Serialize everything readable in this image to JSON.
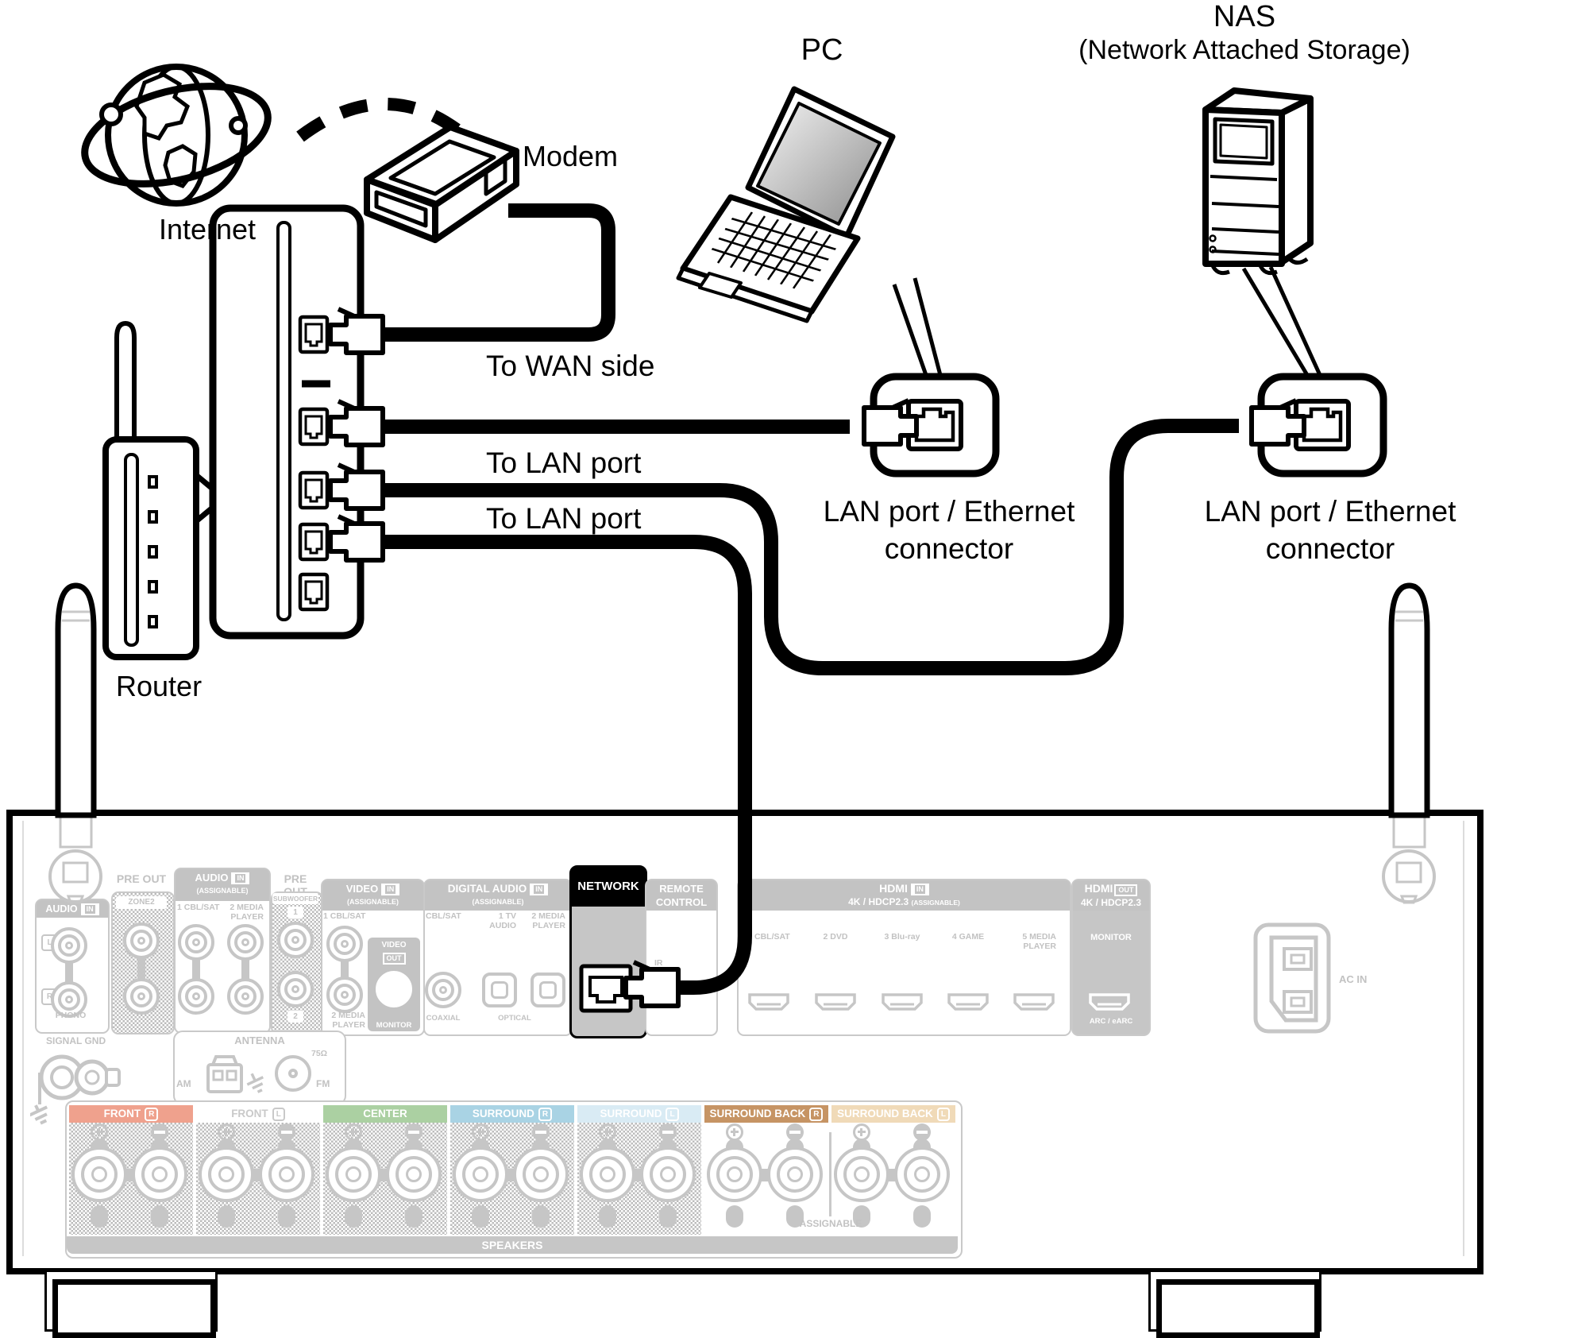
{
  "diagram": {
    "labels": {
      "internet": "Internet",
      "modem": "Modem",
      "router": "Router",
      "pc": "PC",
      "nas_title": "NAS",
      "nas_subtitle": "(Network Attached Storage)",
      "to_wan": "To WAN side",
      "to_lan_1": "To LAN port",
      "to_lan_2": "To LAN port",
      "pc_callout_line1": "LAN port / Ethernet",
      "pc_callout_line2": "connector",
      "nas_callout_line1": "LAN port / Ethernet",
      "nas_callout_line2": "connector"
    }
  },
  "receiver": {
    "audio_phono": {
      "title": "AUDIO",
      "in_tag": "IN",
      "l": "L",
      "r": "R",
      "phono": "PHONO"
    },
    "pre_out_zone2": {
      "title": "PRE OUT",
      "zone": "ZONE2"
    },
    "audio_assign": {
      "title": "AUDIO",
      "in_tag": "IN",
      "assignable": "(ASSIGNABLE)",
      "input1": "1 CBL/SAT",
      "input2a": "2 MEDIA",
      "input2b": "PLAYER"
    },
    "pre_out_sub": {
      "title": "PRE OUT",
      "sub": "SUBWOOFER",
      "n1": "1",
      "n2": "2"
    },
    "video": {
      "title": "VIDEO",
      "in_tag": "IN",
      "assignable": "(ASSIGNABLE)",
      "input1": "1 CBL/SAT",
      "input2a": "2 MEDIA",
      "input2b": "PLAYER",
      "out_title": "VIDEO",
      "out_tag": "OUT",
      "monitor": "MONITOR"
    },
    "digital_audio": {
      "title": "DIGITAL AUDIO",
      "in_tag": "IN",
      "assignable": "(ASSIGNABLE)",
      "input1": "CBL/SAT",
      "input2a": "1 TV",
      "input2b": "AUDIO",
      "input3a": "2 MEDIA",
      "input3b": "PLAYER",
      "coaxial": "COAXIAL",
      "optical": "OPTICAL"
    },
    "network": {
      "title": "NETWORK"
    },
    "remote": {
      "line1": "REMOTE",
      "line2": "CONTROL",
      "ir": "IR"
    },
    "hdmi_in": {
      "title": "HDMI",
      "in_tag": "IN",
      "spec": "4K / HDCP2.3",
      "assignable": "(ASSIGNABLE)",
      "p1": "1 CBL/SAT",
      "p2": "2 DVD",
      "p3": "3 Blu-ray",
      "p4": "4 GAME",
      "p5a": "5 MEDIA",
      "p5b": "PLAYER"
    },
    "hdmi_out": {
      "title": "HDMI",
      "out_tag": "OUT",
      "spec": "4K / HDCP2.3",
      "monitor": "MONITOR",
      "arc": "ARC / eARC"
    },
    "ac_in": "AC IN",
    "signal_gnd": "SIGNAL GND",
    "antenna": {
      "title": "ANTENNA",
      "am": "AM",
      "fm": "FM",
      "ohm": "75Ω"
    },
    "speakers": {
      "sections": [
        {
          "label": "FRONT",
          "badge": "R",
          "color": "#efa18d"
        },
        {
          "label": "FRONT",
          "badge": "L",
          "color": "#ffffff"
        },
        {
          "label": "CENTER",
          "badge": "",
          "color": "#abd0a2"
        },
        {
          "label": "SURROUND",
          "badge": "R",
          "color": "#a9d3e4"
        },
        {
          "label": "SURROUND",
          "badge": "L",
          "color": "#d9ebf4"
        },
        {
          "label": "SURROUND BACK",
          "badge": "R",
          "color": "#c69464"
        },
        {
          "label": "SURROUND BACK",
          "badge": "L",
          "color": "#f0dab8"
        }
      ],
      "assignable": "ASSIGNABLE",
      "bar": "SPEAKERS"
    },
    "highlight_color": "#000000"
  }
}
